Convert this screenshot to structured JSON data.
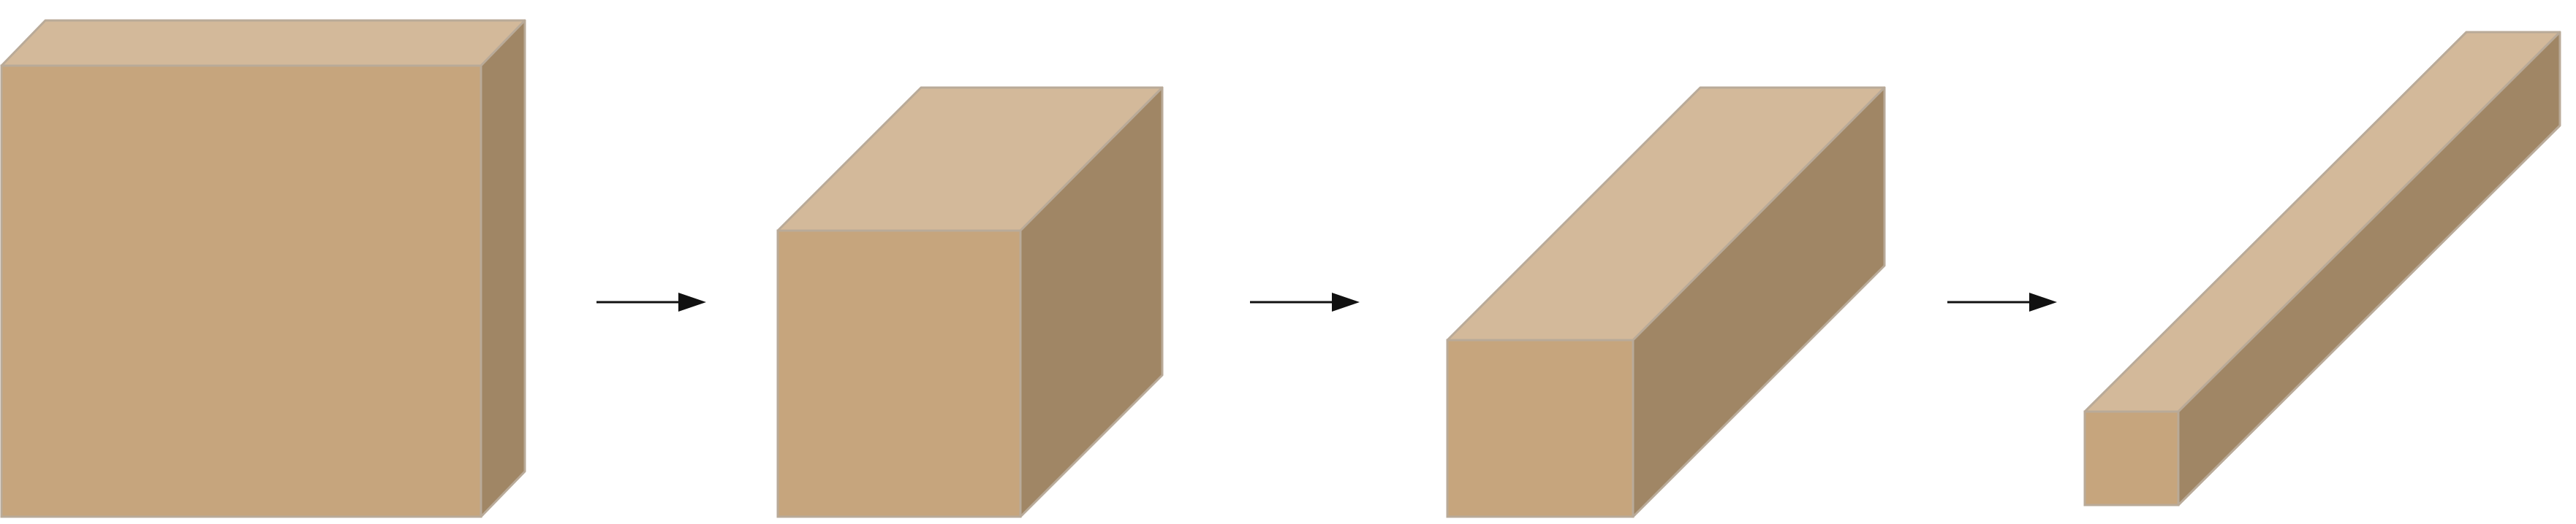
{
  "diagram": {
    "colors": {
      "background": "#ffffff",
      "front_face": "#c6a57d",
      "top_face": "#d3b99a",
      "side_face": "#a08665",
      "edge": "#b9aa98",
      "arrow": "#111111"
    },
    "blocks": [
      {
        "id": "block-1",
        "shape": "wide-square-slab"
      },
      {
        "id": "block-2",
        "shape": "cube"
      },
      {
        "id": "block-3",
        "shape": "deep-box"
      },
      {
        "id": "block-4",
        "shape": "long-bar"
      }
    ],
    "arrows": [
      {
        "id": "arrow-1",
        "from": "block-1",
        "to": "block-2",
        "icon": "right-arrow-icon"
      },
      {
        "id": "arrow-2",
        "from": "block-2",
        "to": "block-3",
        "icon": "right-arrow-icon"
      },
      {
        "id": "arrow-3",
        "from": "block-3",
        "to": "block-4",
        "icon": "right-arrow-icon"
      }
    ]
  }
}
